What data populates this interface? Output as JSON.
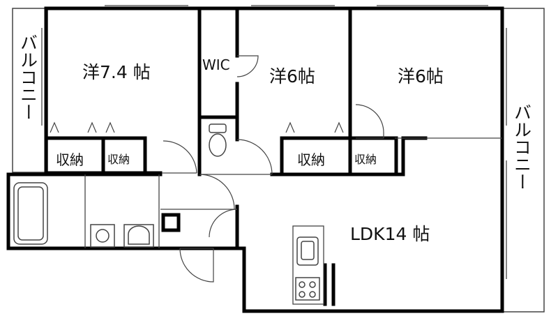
{
  "floorplan": {
    "rooms": {
      "western_left": "洋7.4 帖",
      "wic": "WIC",
      "western_center": "洋6帖",
      "western_right": "洋6帖",
      "ldk": "LDK14 帖"
    },
    "storage": {
      "left_large": "収納",
      "left_small": "収納",
      "center_large": "収納",
      "center_small": "収納"
    },
    "balconies": {
      "left": "バルコニー",
      "right": "バルコニー"
    }
  },
  "colors": {
    "wall": "#000000",
    "thin_line": "#444444",
    "background": "#ffffff"
  }
}
